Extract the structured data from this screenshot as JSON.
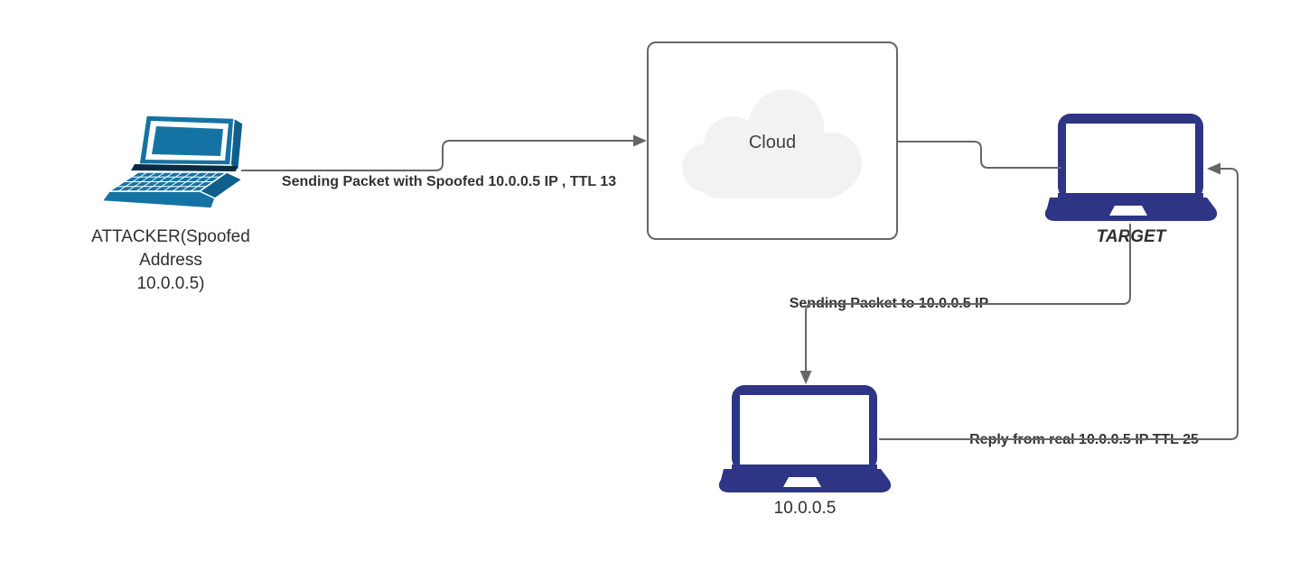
{
  "nodes": {
    "attacker": {
      "label": [
        "ATTACKER(Spoofed",
        "Address",
        "10.0.0.5)"
      ]
    },
    "cloud": {
      "label": "Cloud"
    },
    "target": {
      "label": "TARGET"
    },
    "real_host": {
      "label": "10.0.0.5"
    }
  },
  "edges": {
    "attacker_to_cloud": {
      "label": "Sending Packet with Spoofed 10.0.0.5 IP , TTL 13"
    },
    "cloud_to_target": {
      "label": ""
    },
    "target_to_host": {
      "label": "Sending Packet to 10.0.0.5 IP"
    },
    "host_to_target": {
      "label": "Reply from real 10.0.0.5 IP TTL 25"
    }
  },
  "colors": {
    "connector": "#666666",
    "cloud_fill": "#f2f2f2",
    "cloud_border": "#666666",
    "laptop_navy": "#2e3585",
    "laptop_teal": "#1573a3",
    "edge_label_text": "#333333",
    "node_label_text": "#2f2f2f",
    "background": "#ffffff"
  }
}
